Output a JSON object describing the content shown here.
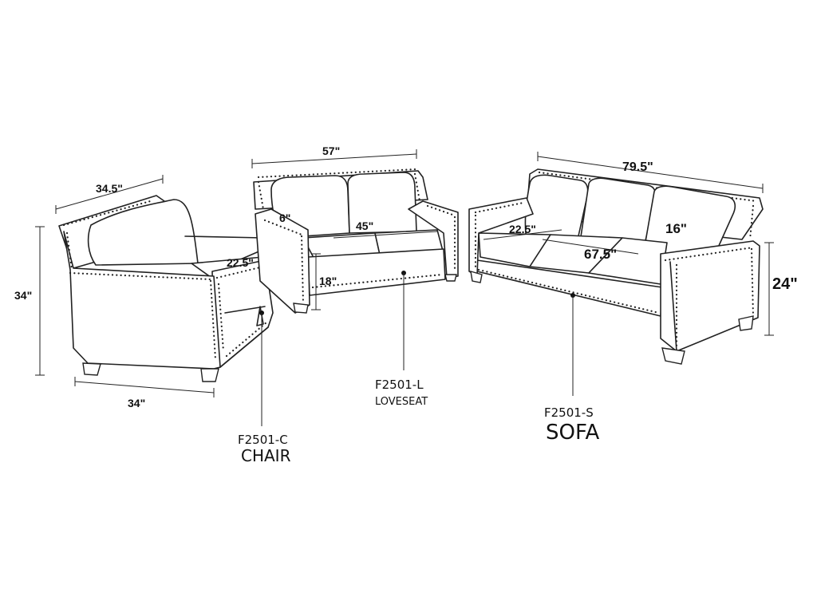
{
  "diagram": {
    "chair": {
      "dims": {
        "width_top": "34.5\"",
        "height": "34\"",
        "seat_depth": "22.5\"",
        "width_bottom": "34\""
      },
      "model": "F2501-C",
      "label": "CHAIR"
    },
    "loveseat": {
      "dims": {
        "width": "57\"",
        "arm": "6\"",
        "seat_width": "45\"",
        "seat_height": "18\""
      },
      "model": "F2501-L",
      "label": "LOVESEAT"
    },
    "sofa": {
      "dims": {
        "width": "79.5\"",
        "seat_depth": "22.5\"",
        "back_height": "16\"",
        "seat_width": "67.5\"",
        "height": "24\""
      },
      "model": "F2501-S",
      "label": "SOFA"
    },
    "colors": {
      "line": "#222222",
      "background": "#ffffff"
    }
  }
}
